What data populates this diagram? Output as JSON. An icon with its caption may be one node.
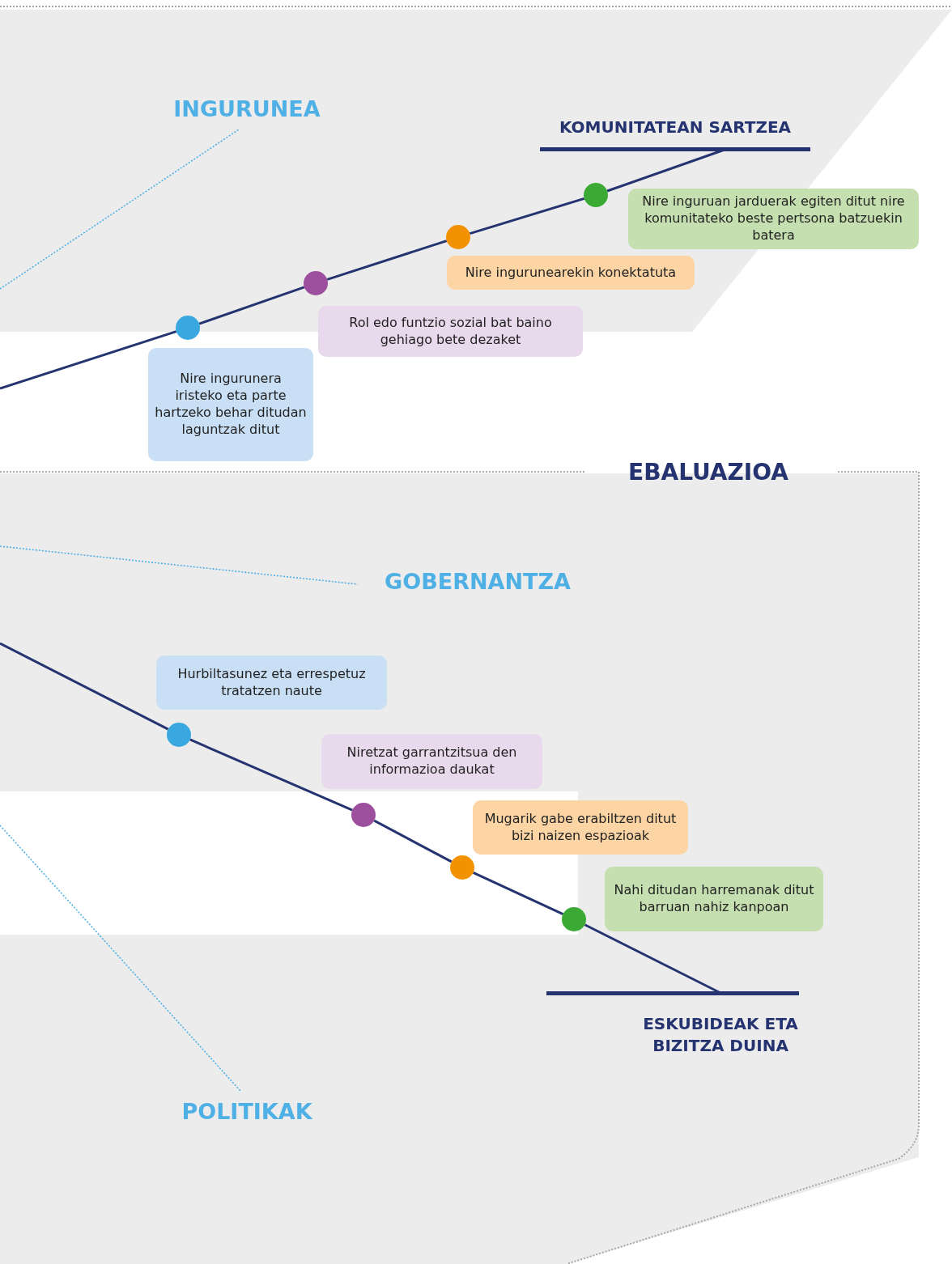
{
  "diagram": {
    "nodes": [
      {
        "text": [
          "INGURUNEA"
        ]
      },
      {
        "text": [
          "KOMUNITATEAN SARTZEA"
        ]
      },
      {
        "text": [
          "Nire inguruan jarduerak egiten ditut nire komunitateko beste pertsona batzuekin batera"
        ]
      },
      {
        "text": [
          "Nire ingurunearekin konektatuta"
        ]
      },
      {
        "text": [
          "Rol edo funtzio sozial bat baino gehiago bete dezaket"
        ]
      },
      {
        "text": [
          "Nire ingurunera iristeko eta parte hartzeko behar ditudan laguntzak ditut"
        ]
      },
      {
        "text": [],
        "shape": "circle"
      },
      {
        "text": [],
        "shape": "circle"
      },
      {
        "text": [],
        "shape": "circle"
      },
      {
        "text": [],
        "shape": "circle"
      },
      {
        "text": [
          "GOBERNANTZA"
        ]
      },
      {
        "text": [
          "Hurbiltasunez eta errespetuz tratatzen naute"
        ]
      },
      {
        "text": [
          "Niretzat garrantzitsua den informazioa daukat"
        ]
      },
      {
        "text": [
          "Mugarik gabe erabiltzen ditut bizi naizen espazioak"
        ]
      },
      {
        "text": [
          "Nahi ditudan harremanak ditut barruan nahiz kanpoan"
        ]
      },
      {
        "text": [
          "ESKUBIDEAK ETA BIZITZA DUINA"
        ]
      },
      {
        "text": [
          "POLITIKAK"
        ]
      },
      {
        "text": [],
        "shape": "circle"
      },
      {
        "text": [],
        "shape": "circle"
      },
      {
        "text": [],
        "shape": "circle"
      },
      {
        "text": [],
        "shape": "circle"
      }
    ],
    "edges": [
      {
        "from": null,
        "to": 0,
        "arrow": "none",
        "style": "dashed",
        "color": "#4fb0e5"
      },
      {
        "from": null,
        "to": 6,
        "arrow": "none"
      },
      {
        "from": 6,
        "to": 7,
        "arrow": "none"
      },
      {
        "from": 7,
        "to": 8,
        "arrow": "none"
      },
      {
        "from": 8,
        "to": 9,
        "arrow": "none"
      },
      {
        "from": 9,
        "to": 1,
        "arrow": "none"
      },
      {
        "from": null,
        "to": 10,
        "arrow": "none",
        "style": "dashed",
        "color": "#4fb0e5"
      },
      {
        "from": null,
        "to": 17,
        "arrow": "none"
      },
      {
        "from": 17,
        "to": 18,
        "arrow": "none"
      },
      {
        "from": 18,
        "to": 19,
        "arrow": "none"
      },
      {
        "from": 19,
        "to": 20,
        "arrow": "none"
      },
      {
        "from": 20,
        "to": 15,
        "arrow": "none"
      },
      {
        "from": null,
        "to": 16,
        "arrow": "none",
        "style": "dashed",
        "color": "#4fb0e5"
      }
    ],
    "labels": [
      "EBALUAZIOA"
    ]
  }
}
